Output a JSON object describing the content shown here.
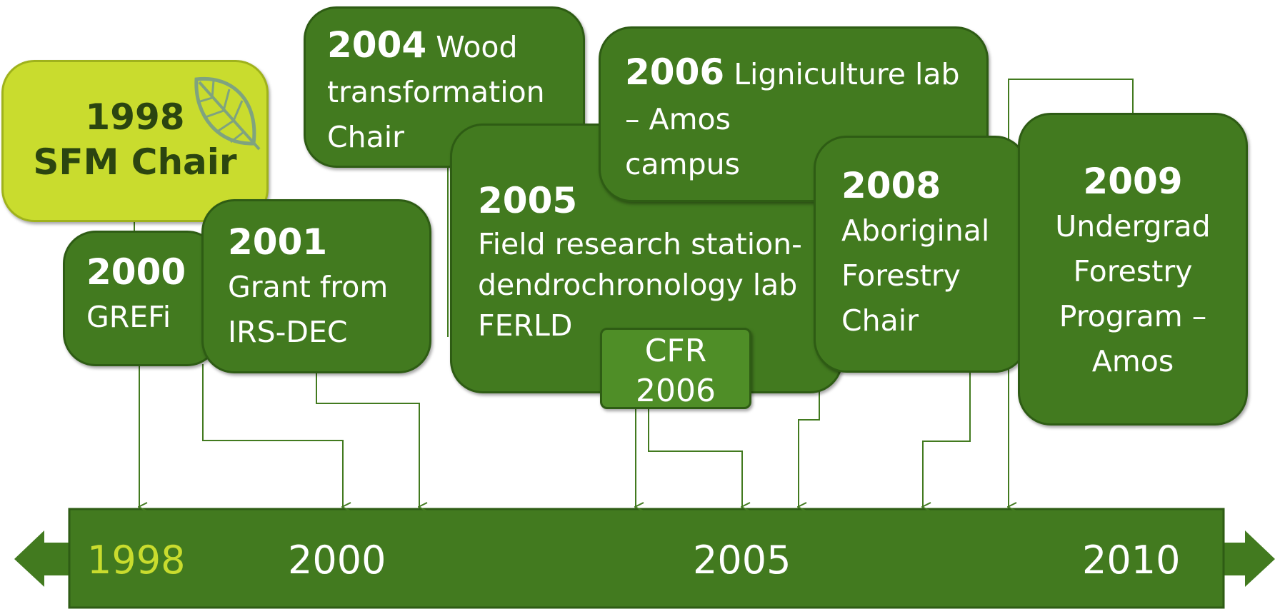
{
  "colors": {
    "box_fill": "#427a1f",
    "box_border": "#2e5c14",
    "highlight_fill": "#c9dc2e",
    "highlight_text": "#2b4510",
    "cfr_fill": "#4f8e27",
    "axis_fill": "#427a1f",
    "axis_highlight_text": "#c9dc2e",
    "connector": "#427a1f",
    "leaf": "#7fa37f"
  },
  "events": {
    "sfm_chair": {
      "year": "1998",
      "text": "SFM Chair"
    },
    "grefi": {
      "year": "2000",
      "line1": "GREFi"
    },
    "irs_dec": {
      "year": "2001",
      "line1": "Grant from",
      "line2": "IRS-DEC"
    },
    "wood_chair": {
      "year": "2004",
      "line1": " Wood",
      "line2": "transformation",
      "line3": "Chair"
    },
    "ferld": {
      "year": "2005",
      "line1": "Field research station-",
      "line2": "dendrochronology lab",
      "line3": "FERLD"
    },
    "ligniculture": {
      "year": "2006",
      "line1": " Ligniculture lab",
      "line2": "– Amos",
      "line3": "campus"
    },
    "cfr": {
      "line1": "CFR",
      "line2": "2006"
    },
    "aboriginal": {
      "year": "2008",
      "line1": "Aboriginal",
      "line2": "Forestry",
      "line3": "Chair"
    },
    "undergrad": {
      "year": "2009",
      "line1": "Undergrad",
      "line2": "Forestry",
      "line3": "Program –",
      "line4": "Amos"
    }
  },
  "axis": {
    "labels": [
      "1998",
      "2000",
      "2005",
      "2010"
    ]
  }
}
